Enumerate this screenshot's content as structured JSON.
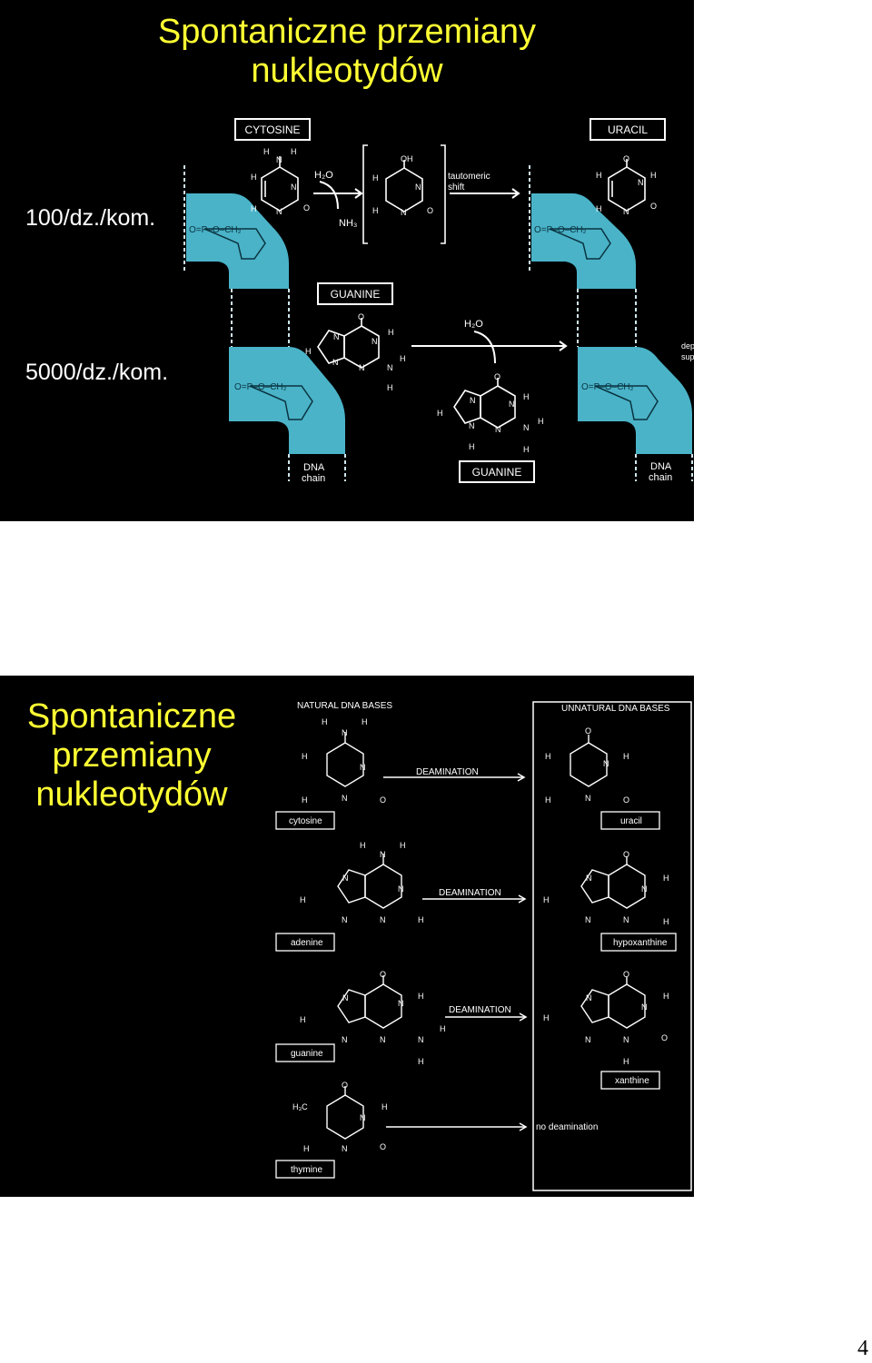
{
  "page_number": "4",
  "slide1": {
    "title_line1": "Spontaniczne przemiany",
    "title_line2": "nukleotydów",
    "rate_cytosine": "100/dz./kom.",
    "rate_guanine": "5000/dz./kom.",
    "figure": {
      "cytosine_box": "CYTOSINE",
      "uracil_box": "URACIL",
      "guanine_box_top": "GUANINE",
      "guanine_box_bottom": "GUANINE",
      "dna_chain_left_1": "DNA",
      "dna_chain_left_2": "chain",
      "dna_chain_right_1": "DNA",
      "dna_chain_right_2": "chain",
      "tautomeric_1": "tautomeric",
      "tautomeric_2": "shift",
      "water": "H₂O",
      "ammonia": "NH₃",
      "water2": "H₂O",
      "cropped_1": "dep",
      "cropped_2": "sup"
    }
  },
  "slide2": {
    "title_line1": "Spontaniczne",
    "title_line2": "przemiany",
    "title_line3": "nukleotydów",
    "figure": {
      "natural_header": "NATURAL DNA BASES",
      "unnatural_header": "UNNATURAL DNA BASES",
      "deamination_label": "DEAMINATION",
      "no_deamination": "no deamination",
      "natural_bases": [
        "cytosine",
        "adenine",
        "guanine",
        "thymine"
      ],
      "unnatural_bases": [
        "uracil",
        "hypoxanthine",
        "xanthine"
      ]
    }
  },
  "colors": {
    "slide_bg": "#000000",
    "title": "#ffff33",
    "dna_cyan": "#4ab3c8",
    "text": "#ffffff"
  }
}
